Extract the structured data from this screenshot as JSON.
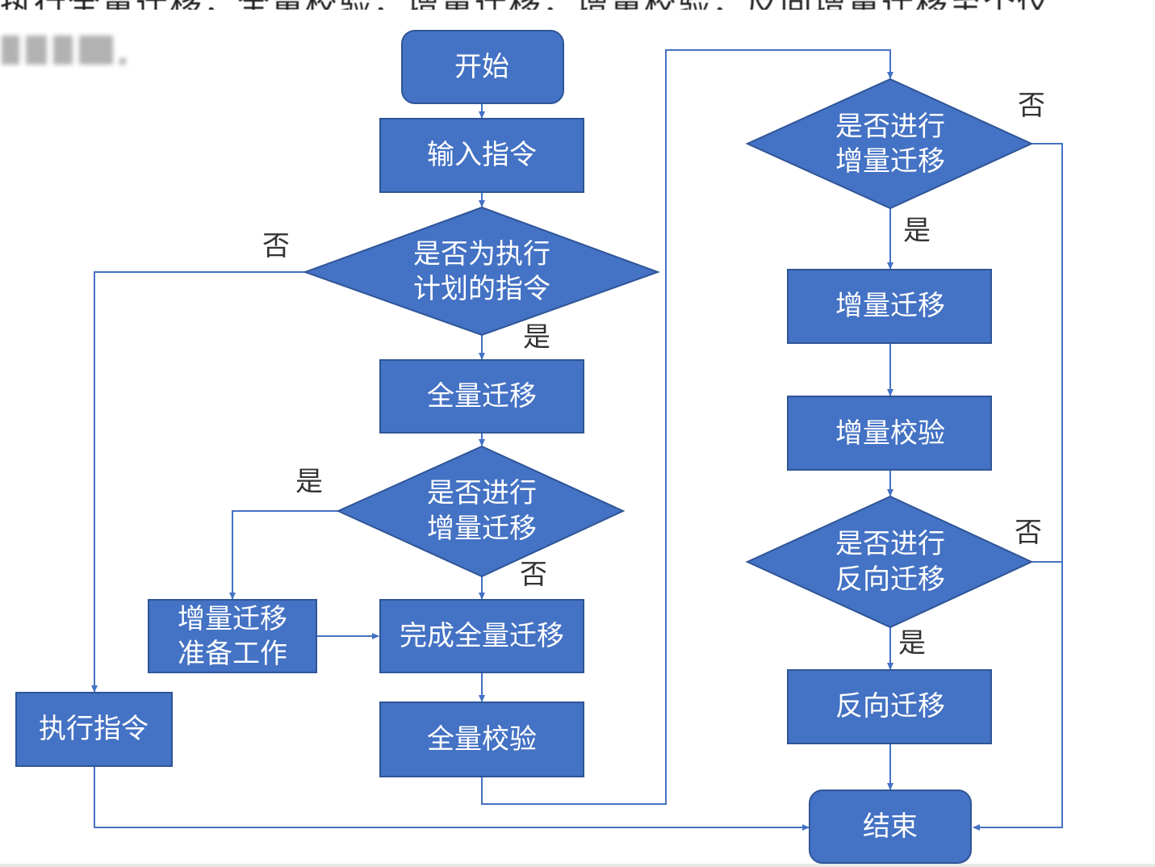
{
  "page": {
    "top_text": "执行全量迁移，全量校验，增量迁移，增量校验，反向增量迁移至个仪",
    "colors": {
      "node_fill": "#4472c4",
      "node_stroke": "#2f5597",
      "line": "#4472c4",
      "text_on_node": "#ffffff",
      "label": "#333333"
    }
  },
  "nodes": {
    "start": {
      "label": "开始"
    },
    "input_cmd": {
      "label": "输入指令"
    },
    "is_plan_cmd": {
      "lines": [
        "是否为执行",
        "计划的指令"
      ]
    },
    "full_migrate": {
      "label": "全量迁移"
    },
    "is_incr_1": {
      "lines": [
        "是否进行",
        "增量迁移"
      ]
    },
    "incr_prep": {
      "lines": [
        "增量迁移",
        "准备工作"
      ]
    },
    "full_done": {
      "label": "完成全量迁移"
    },
    "full_check": {
      "label": "全量校验"
    },
    "exec_cmd": {
      "label": "执行指令"
    },
    "is_incr_2": {
      "lines": [
        "是否进行",
        "增量迁移"
      ]
    },
    "incr_migrate": {
      "label": "增量迁移"
    },
    "incr_check": {
      "label": "增量校验"
    },
    "is_reverse": {
      "lines": [
        "是否进行",
        "反向迁移"
      ]
    },
    "reverse_migrate": {
      "label": "反向迁移"
    },
    "end": {
      "label": "结束"
    }
  },
  "edge_labels": {
    "plan_no": "否",
    "plan_yes": "是",
    "incr1_yes": "是",
    "incr1_no": "否",
    "incr2_no": "否",
    "incr2_yes": "是",
    "reverse_no": "否",
    "reverse_yes": "是"
  }
}
